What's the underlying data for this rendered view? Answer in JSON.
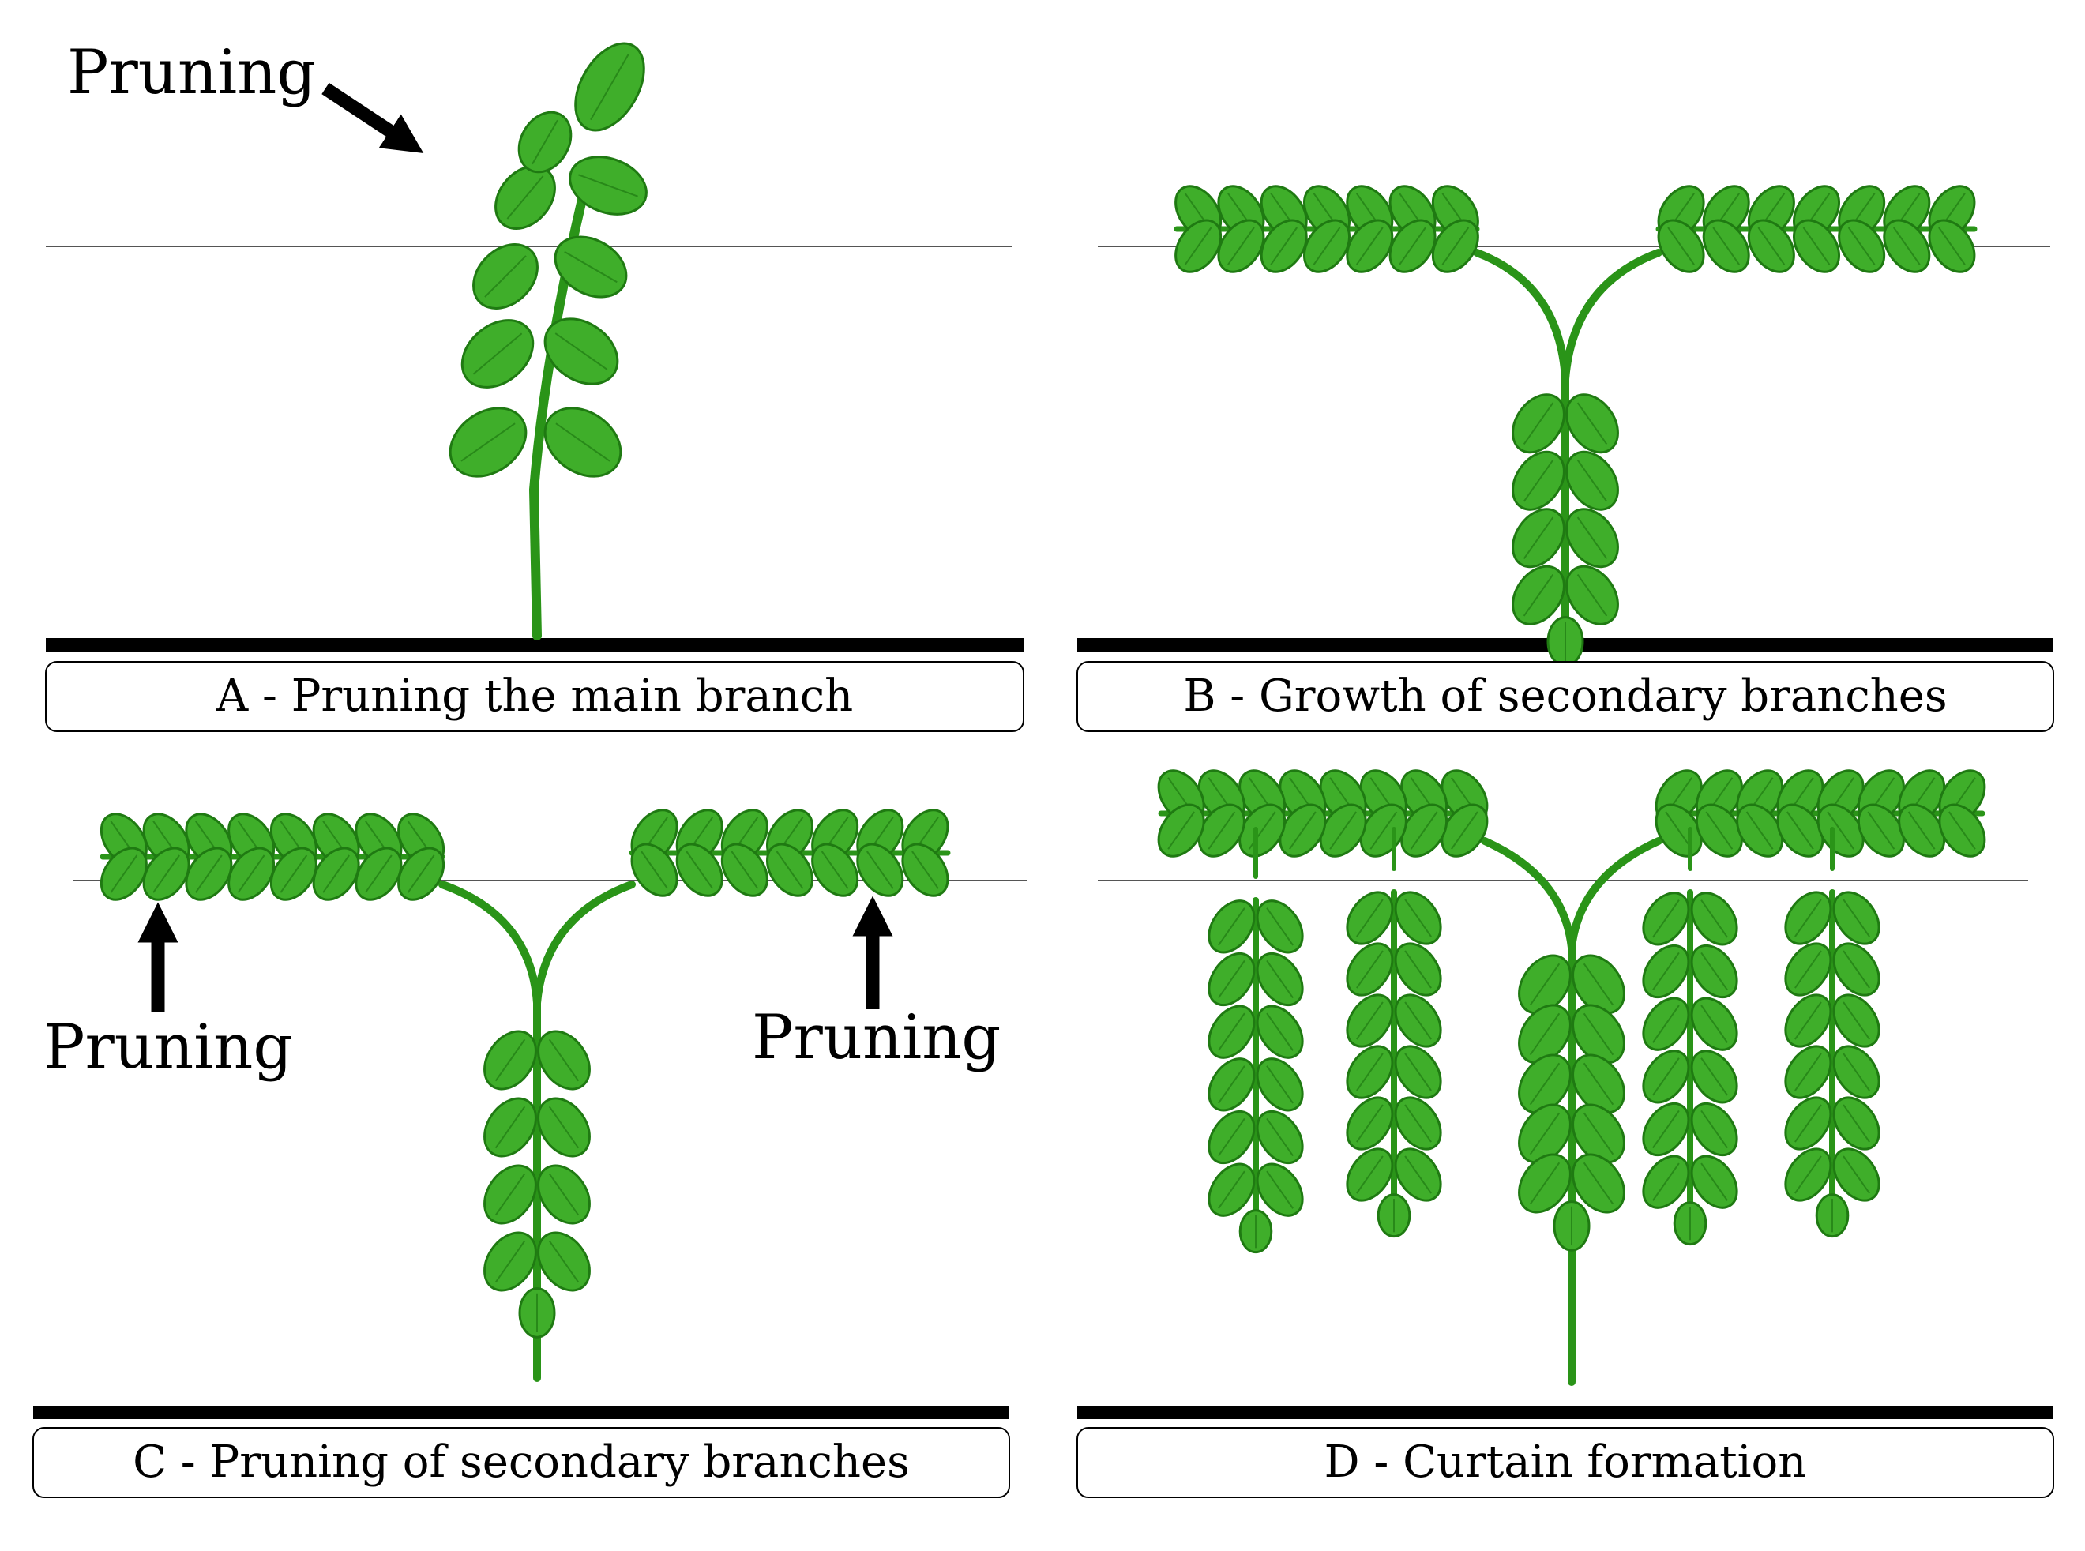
{
  "colors": {
    "leaf_fill": "#3fae2a",
    "leaf_stroke": "#1f7a12",
    "stem": "#2a9418",
    "ground": "#000000",
    "wire": "#555555"
  },
  "panels": [
    {
      "id": "a",
      "caption": "A - Pruning the main branch"
    },
    {
      "id": "b",
      "caption": "B - Growth of secondary branches"
    },
    {
      "id": "c",
      "caption": "C - Pruning of secondary branches"
    },
    {
      "id": "d",
      "caption": "D - Curtain formation"
    }
  ],
  "annotations": {
    "a_pruning": "Pruning",
    "c_pruning_left": "Pruning",
    "c_pruning_right": "Pruning"
  }
}
